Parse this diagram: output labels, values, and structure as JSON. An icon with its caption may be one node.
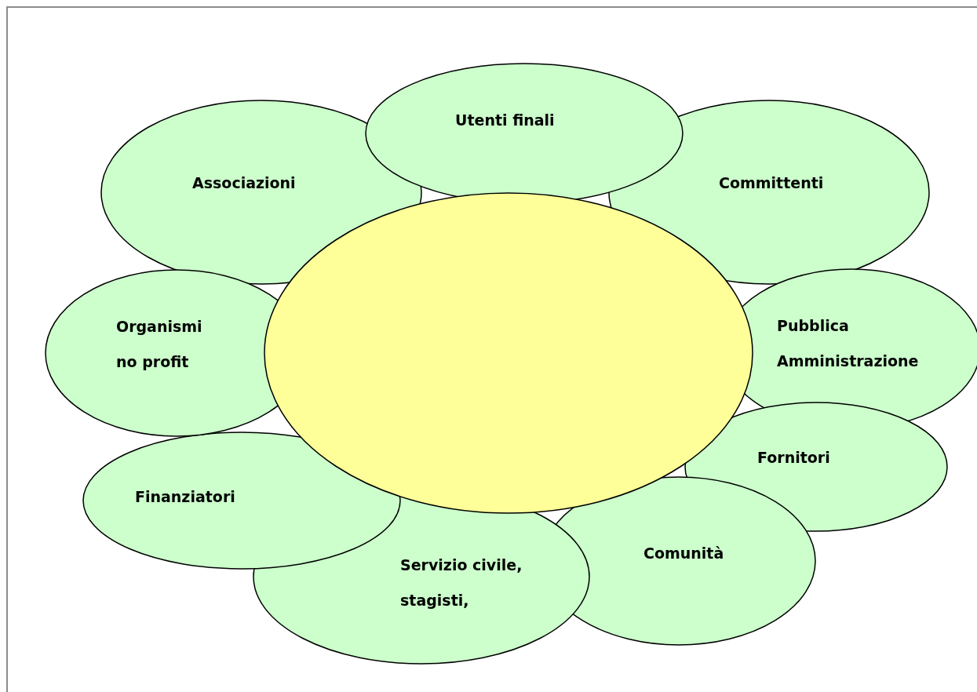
{
  "diagram": {
    "nodes": [
      {
        "text": [
          "Utenti finali"
        ]
      },
      {
        "text": [
          "Associazioni"
        ]
      },
      {
        "text": [
          "Committenti"
        ]
      },
      {
        "text": [
          "Organismi no profit"
        ]
      },
      {
        "text": [],
        "shape": "ellipse"
      },
      {
        "text": [
          "Pubblica Amministrazione"
        ]
      },
      {
        "text": [
          "Fornitori"
        ]
      },
      {
        "text": [
          "Finanziatori"
        ]
      },
      {
        "text": [
          "Comunità"
        ]
      },
      {
        "text": [
          "Servizio civile, stagisti,"
        ]
      }
    ]
  }
}
